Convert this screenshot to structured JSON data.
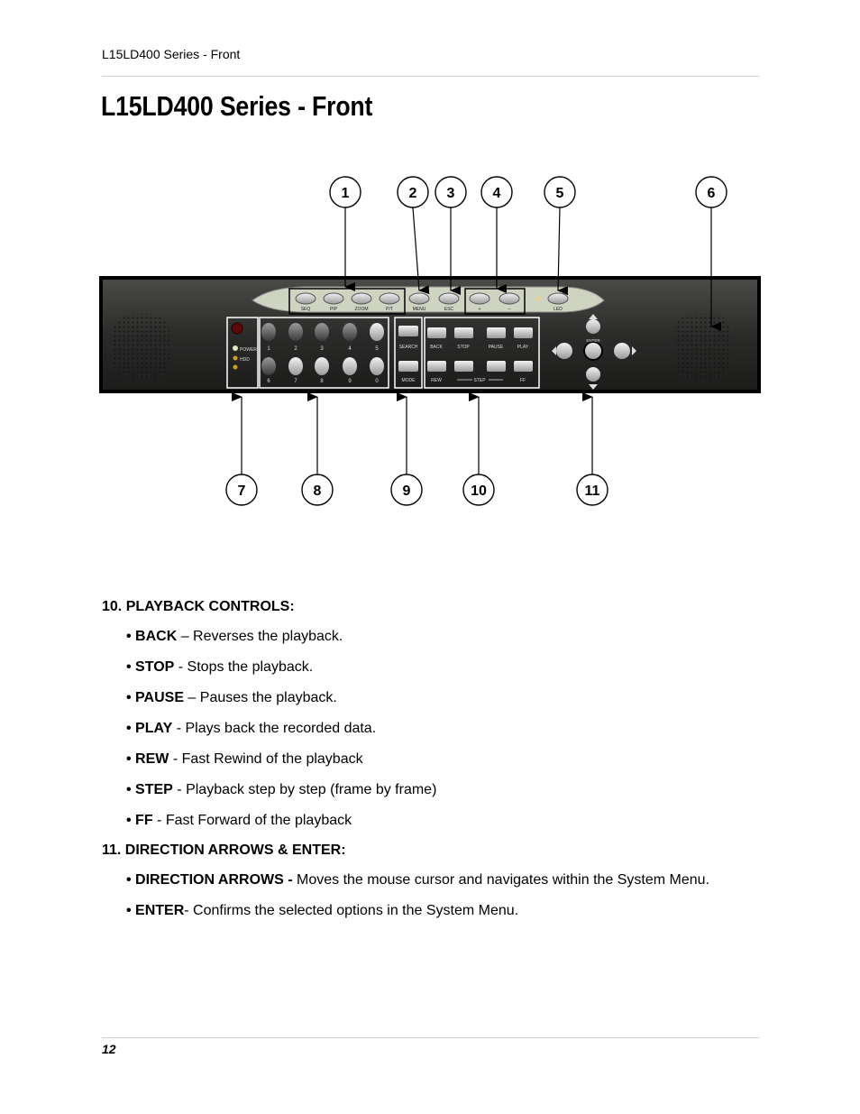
{
  "header": {
    "running_title": "L15LD400 Series - Front"
  },
  "page_title": "L15LD400 Series - Front",
  "figure": {
    "callouts_top": [
      "1",
      "2",
      "3",
      "4",
      "5",
      "6"
    ],
    "callouts_bottom": [
      "7",
      "8",
      "9",
      "10",
      "11"
    ],
    "panel_labels": {
      "top_buttons": [
        "SEQ",
        "PIP",
        "ZOOM",
        "P/T",
        "MENU",
        "ESC",
        "+",
        "–",
        "LED"
      ],
      "power": "POWER",
      "hdd": "HDD",
      "numbers_row1": [
        "1",
        "2",
        "3",
        "4",
        "5"
      ],
      "numbers_row2": [
        "6",
        "7",
        "8",
        "9",
        "0"
      ],
      "search": "SEARCH",
      "mode": "MODE",
      "playback_row1": [
        "BACK",
        "STOP",
        "PAUSE",
        "PLAY"
      ],
      "rew": "REW",
      "step": "STEP",
      "ff": "FF",
      "enter": "ENTER"
    }
  },
  "sections": [
    {
      "heading": "10. PLAYBACK CONTROLS:",
      "items": [
        {
          "term": "• BACK",
          "desc": " – Reverses the playback."
        },
        {
          "term": "• STOP",
          "desc": " - Stops the playback."
        },
        {
          "term": "• PAUSE",
          "desc": " – Pauses the playback."
        },
        {
          "term": "• PLAY",
          "desc": " - Plays back the recorded data."
        },
        {
          "term": "• REW",
          "desc": " - Fast Rewind of the playback"
        },
        {
          "term": "• STEP",
          "desc": " - Playback step by step (frame by frame)"
        },
        {
          "term": "• FF",
          "desc": " - Fast Forward of the playback"
        }
      ]
    },
    {
      "heading": "11. DIRECTION ARROWS & ENTER:",
      "items": [
        {
          "term": "• DIRECTION ARROWS -",
          "desc": " Moves the mouse cursor and navigates within the System Menu."
        },
        {
          "term": "• ENTER",
          "desc": "- Confirms the selected options in the System Menu."
        }
      ]
    }
  ],
  "footer": {
    "page_number": "12"
  }
}
